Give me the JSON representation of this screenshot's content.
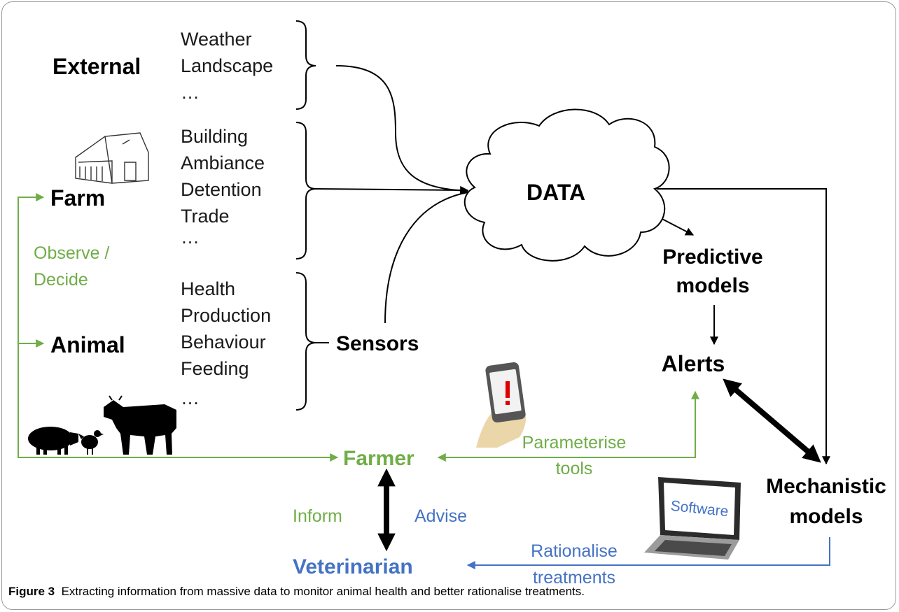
{
  "nodes": {
    "external": "External",
    "farm": "Farm",
    "animal": "Animal",
    "sensors": "Sensors",
    "data": "DATA",
    "predictive_line1": "Predictive",
    "predictive_line2": "models",
    "alerts": "Alerts",
    "mechanistic_line1": "Mechanistic",
    "mechanistic_line2": "models",
    "farmer": "Farmer",
    "veterinarian": "Veterinarian"
  },
  "lists": {
    "external": [
      "Weather",
      "Landscape",
      "…"
    ],
    "farm": [
      "Building",
      "Ambiance",
      "Detention",
      "Trade",
      "…"
    ],
    "animal": [
      "Health",
      "Production",
      "Behaviour",
      "Feeding",
      "…"
    ]
  },
  "edge_labels": {
    "observe_line1": "Observe /",
    "observe_line2": "Decide",
    "parameterise_line1": "Parameterise",
    "parameterise_line2": "tools",
    "inform": "Inform",
    "advise": "Advise",
    "rationalise_line1": "Rationalise",
    "rationalise_line2": "treatments",
    "software": "Software"
  },
  "caption": {
    "label": "Figure 3",
    "text": "Extracting information from massive data to monitor animal health and better rationalise treatments."
  },
  "colors": {
    "green": "#70ad47",
    "blue": "#4472c4",
    "black": "#000000",
    "frame": "#9a9a9a"
  },
  "icons": [
    "barn-icon",
    "smartphone-alert-icon",
    "laptop-icon",
    "pig-icon",
    "chicken-icon",
    "cow-icon"
  ]
}
